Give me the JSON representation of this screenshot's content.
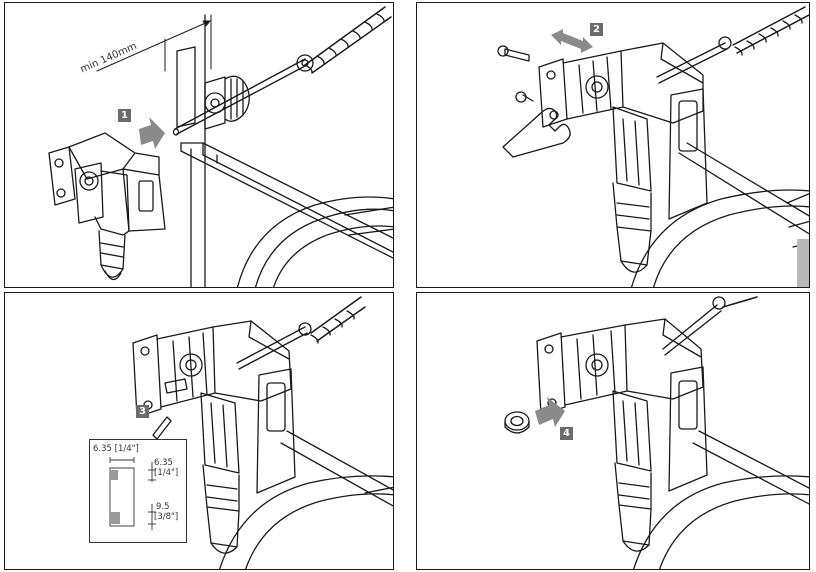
{
  "panel1": {
    "step": "1",
    "dimension_label": "min 140mm"
  },
  "panel2": {
    "step": "2"
  },
  "panel3": {
    "step": "3",
    "inset": {
      "width_label": "6.35 [1/4\"]",
      "height1_label_a": "6.35",
      "height1_label_b": "[1/4\"]",
      "height2_label_a": "9.5",
      "height2_label_b": "[3/8\"]"
    }
  },
  "panel4": {
    "step": "4"
  },
  "colors": {
    "line": "#1a1a1a",
    "step_badge": "#6b6b6b",
    "arrow": "#8a8a8a",
    "floor_shade": "#b9b9b9"
  }
}
